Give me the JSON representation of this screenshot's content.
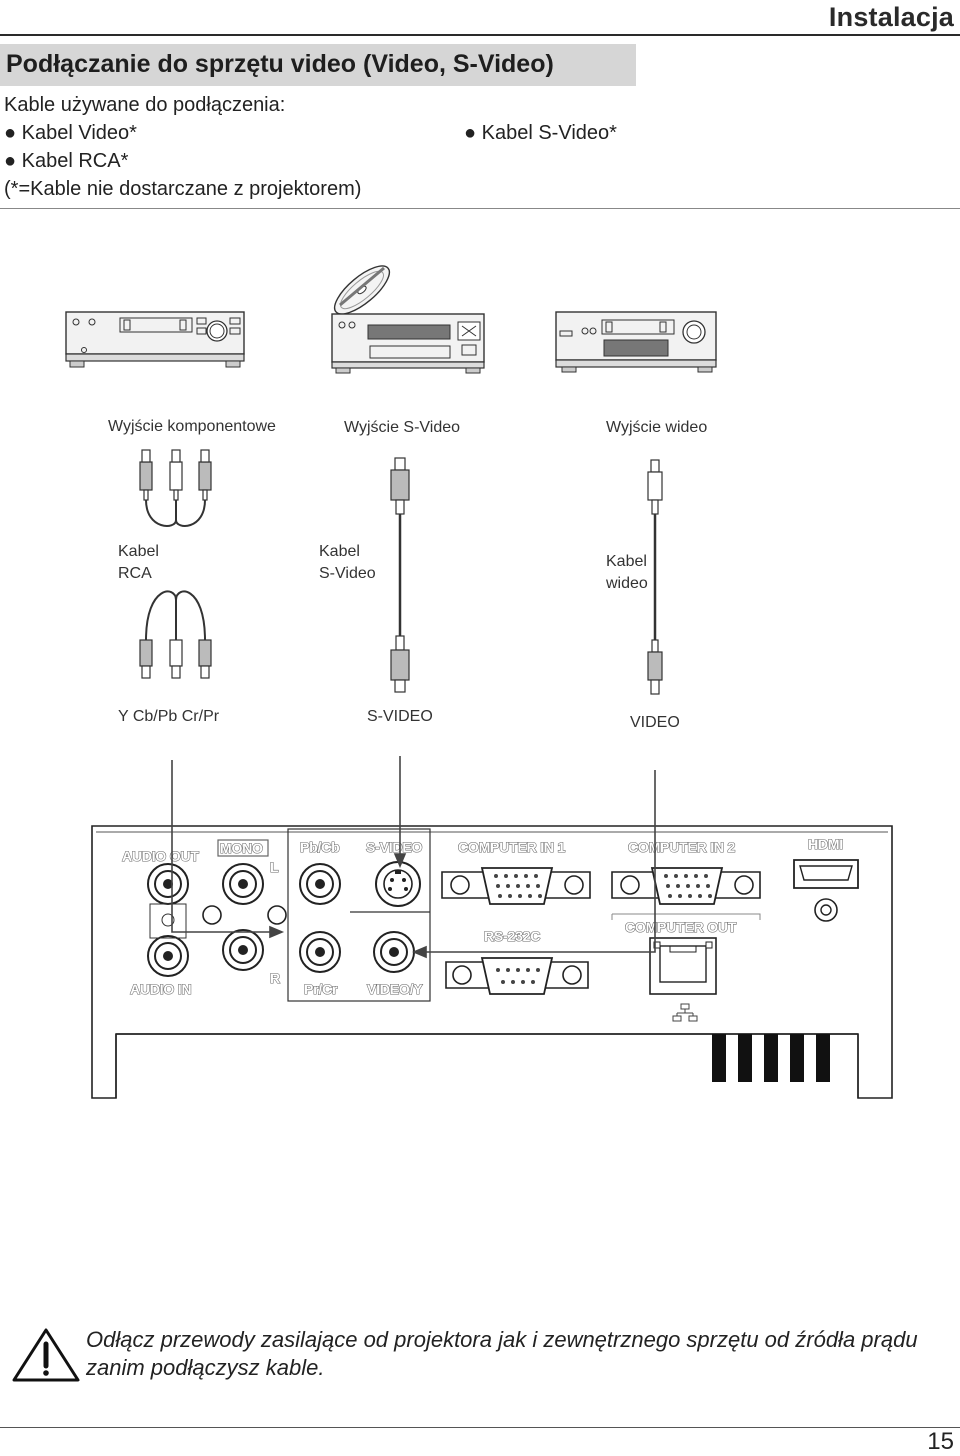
{
  "header": {
    "section": "Instalacja"
  },
  "title": "Podłączanie do sprzętu video (Video, S-Video)",
  "intro": {
    "heading": "Kable używane do podłączenia:",
    "items": [
      "● Kabel Video*",
      "● Kabel S-Video*",
      "● Kabel RCA*"
    ],
    "note": "(*=Kable nie dostarczane z projektorem)"
  },
  "devices": {
    "outputs": [
      "Wyjście komponentowe",
      "Wyjście S-Video",
      "Wyjście wideo"
    ],
    "cables": [
      {
        "line1": "Kabel",
        "line2": "RCA"
      },
      {
        "line1": "Kabel",
        "line2": "S-Video"
      },
      {
        "line1": "Kabel",
        "line2": "wideo"
      }
    ],
    "connectors": [
      "Y Cb/Pb Cr/Pr",
      "S-VIDEO",
      "VIDEO"
    ]
  },
  "panel": {
    "audio_out": "AUDIO OUT",
    "mono": "MONO",
    "l": "L",
    "r": "R",
    "audio_in": "AUDIO IN",
    "pb_cb": "Pb/Cb",
    "pr_cr": "Pr/Cr",
    "s_video": "S-VIDEO",
    "video_y": "VIDEO/Y",
    "computer_in_1": "COMPUTER IN 1",
    "computer_in_2": "COMPUTER IN 2",
    "rs232c": "RS-232C",
    "computer_out": "COMPUTER OUT",
    "hdmi": "HDMI"
  },
  "warning": "Odłącz przewody zasilające od projektora jak i zewnętrznego sprzętu od źródła prądu zanim podłączysz kable.",
  "page_number": "15"
}
